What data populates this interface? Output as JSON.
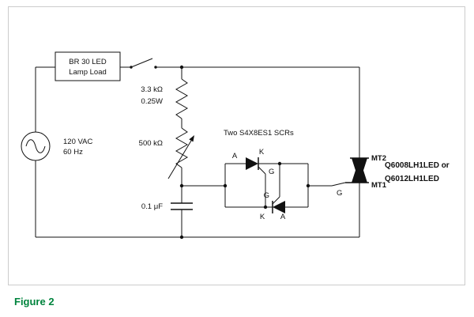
{
  "figure_caption": "Figure 2",
  "colors": {
    "accent_green": "#00843d",
    "line": "#111111",
    "panel_border": "#cccccc",
    "background": "#ffffff"
  },
  "labels": {
    "box_line1": "BR 30 LED",
    "box_line2": "Lamp Load",
    "source_line1": "120 VAC",
    "source_line2": "60 Hz",
    "r1_value": "3.3 kΩ",
    "r1_power": "0.25W",
    "pot_value": "500 kΩ",
    "cap_value": "0.1 μF",
    "scr_note": "Two S4X8ES1 SCRs",
    "scr_top_a": "A",
    "scr_top_k": "K",
    "scr_top_g": "G",
    "scr_bot_g": "G",
    "scr_bot_k": "K",
    "scr_bot_a": "A",
    "triac_mt2": "MT2",
    "triac_mt1": "MT1",
    "triac_g": "G",
    "part_line1": "Q6008LH1LED or",
    "part_line2": "Q6012LH1LED"
  }
}
